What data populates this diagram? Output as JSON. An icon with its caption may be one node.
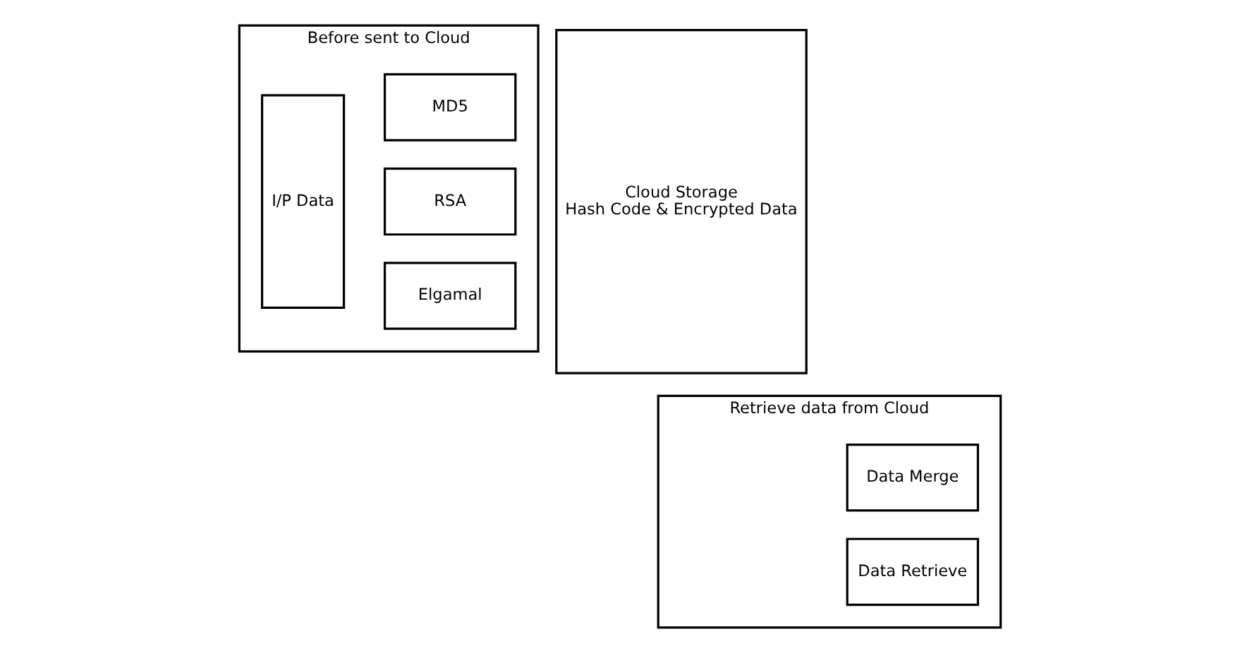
{
  "diagram": {
    "nodes": [
      {
        "text": [
          "Before sent to Cloud"
        ]
      },
      {
        "text": [
          "I/P Data"
        ],
        "in": 0
      },
      {
        "text": [
          "Elgamal"
        ],
        "in": 0
      },
      {
        "text": [
          "RSA"
        ],
        "in": 0
      },
      {
        "text": [
          "MD5"
        ],
        "in": 0
      },
      {
        "text": [
          "Cloud Storage",
          "Hash Code & Encrypted Data"
        ]
      },
      {
        "text": [
          "Retrieve data from Cloud"
        ]
      },
      {
        "text": [
          "Data Merge"
        ],
        "in": 6
      },
      {
        "text": [
          "Data Retrieve"
        ],
        "in": 6
      }
    ]
  }
}
